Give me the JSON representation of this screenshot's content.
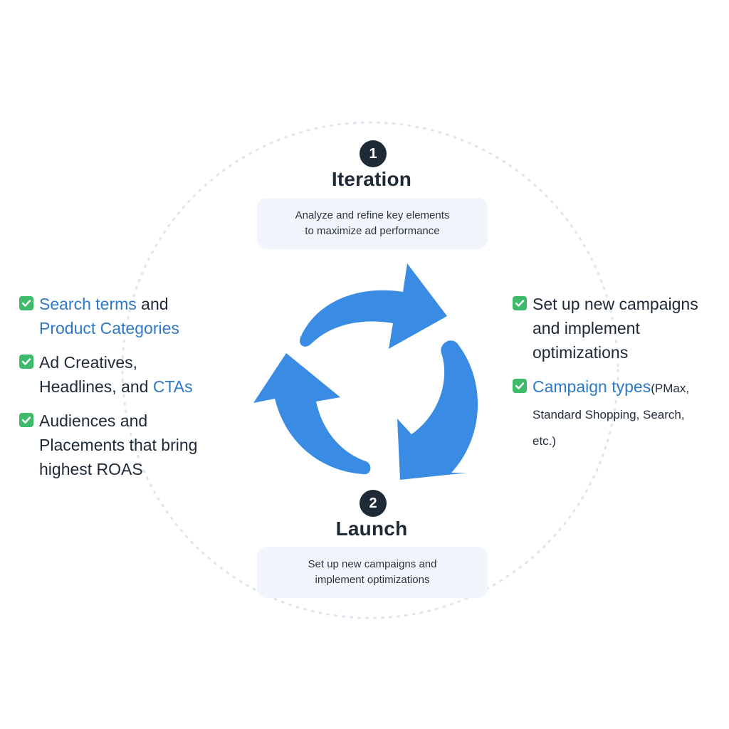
{
  "steps": [
    {
      "number": "1",
      "title": "Iteration",
      "description": [
        "Analyze and refine key elements",
        "to maximize ad performance"
      ]
    },
    {
      "number": "2",
      "title": "Launch",
      "description": [
        "Set up new campaigns and",
        "implement optimizations"
      ]
    }
  ],
  "left_list": [
    {
      "highlight": "Search terms",
      "text": " and",
      "line2_highlight": "Product Categories",
      "line2": ""
    },
    {
      "highlight": "",
      "text": "Ad Creatives,",
      "line2": "Headlines, and ",
      "line2_highlight": "CTAs"
    },
    {
      "highlight": "",
      "text": "Audiences and",
      "line2": "Placements that bring",
      "line3": "highest ROAS"
    }
  ],
  "right_list": [
    {
      "highlight": "",
      "text": "Set up new campaigns",
      "line2": "and implement",
      "line3": "optimizations"
    },
    {
      "highlight": "Campaign types",
      "small": "(PMax,",
      "line2": "Standard Shopping, Search,",
      "line3": "etc.)"
    }
  ],
  "colors": {
    "arrow": "#3a8be3",
    "highlight_text": "#2f79c9",
    "check": "#3dbb6a",
    "badge": "#1f2a37",
    "box": "#f1f6fc",
    "ring": "#dde6ef"
  },
  "icons": [
    "check-icon",
    "cycle-arrow-icon"
  ]
}
